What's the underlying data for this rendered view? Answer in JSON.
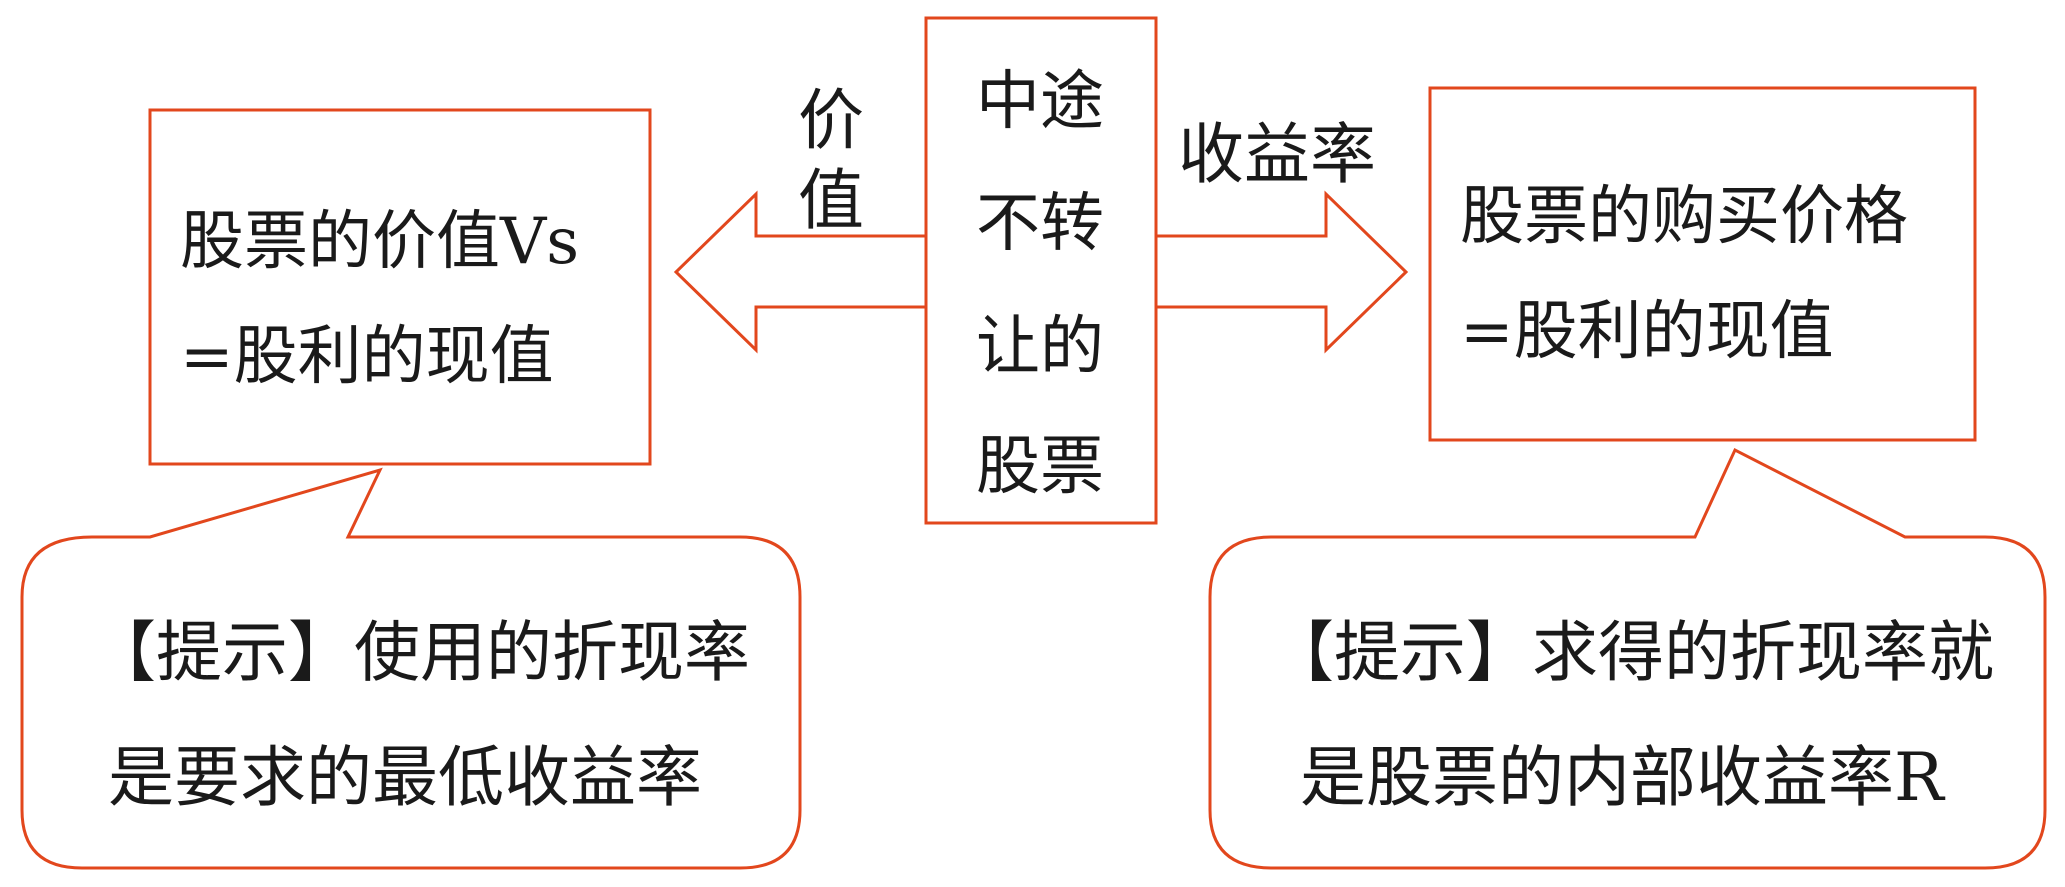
{
  "center_box": {
    "lines": [
      "中途",
      "不转",
      "让的",
      "股票"
    ]
  },
  "left_label": {
    "lines": [
      "价",
      "值"
    ]
  },
  "right_label": "收益率",
  "left_box": {
    "line1": "股票的价值Vs",
    "line2": "=股利的现值"
  },
  "right_box": {
    "line1": "股票的购买价格",
    "line2": "=股利的现值"
  },
  "left_hint": {
    "line1": "【提示】使用的折现率",
    "line2": "是要求的最低收益率"
  },
  "right_hint": {
    "line1": "【提示】求得的折现率就",
    "line2": "是股票的内部收益率R"
  },
  "colors": {
    "stroke": "#e2471d",
    "text": "#1a1a1a",
    "background": "#ffffff"
  }
}
